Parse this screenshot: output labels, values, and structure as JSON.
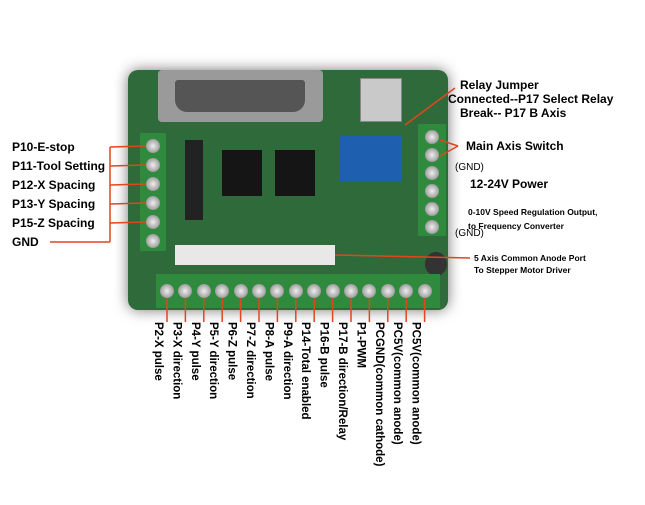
{
  "left_labels": [
    "P10-E-stop",
    "P11-Tool Setting",
    "P12-X Spacing",
    "P13-Y Spacing",
    "P15-Z Spacing",
    "GND"
  ],
  "right_labels": {
    "relay_jumper": [
      "Relay Jumper",
      "Connected--P17 Select Relay",
      "Break-- P17 B Axis"
    ],
    "main_axis_switch": "Main Axis Switch",
    "gnd_top": "(GND)",
    "power": "12-24V Power",
    "speed": [
      "0-10V Speed Regulation Output,",
      "to Frequency Converter"
    ],
    "gnd_bottom": "(GND)",
    "common_anode": [
      "5 Axis Common Anode Port",
      "To Stepper Motor Driver"
    ],
    "plus": "+",
    "minus": "-"
  },
  "bottom_labels": [
    "P2-X pulse",
    "P3-X direction",
    "P4-Y pulse",
    "P5-Y direction",
    "P6-Z pulse",
    "P7-Z direction",
    "P8-A pulse",
    "P9-A direction",
    "P14-Total enabled",
    "P16-B pulse",
    "P17-B direction/Relay",
    "P1-PWM",
    "PCGND(common cathode)",
    "PC5V(common anode)",
    "PC5V(common anode)"
  ],
  "colors": {
    "board": "#2f6b3a",
    "terminal": "#2f8a3e",
    "leader": "#e0461e",
    "relay": "#1f5fb0"
  }
}
